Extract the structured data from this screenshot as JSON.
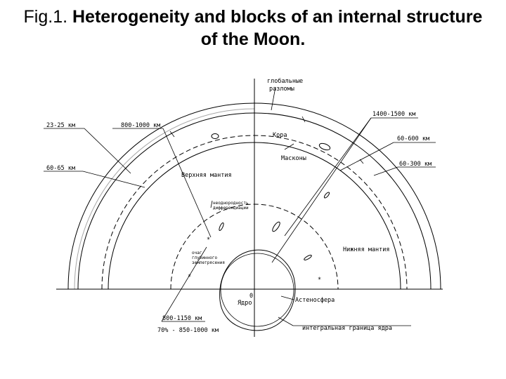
{
  "title": {
    "prefix": "Fig.1.",
    "text": "Heterogeneity and blocks of an internal structure of the Moon."
  },
  "labels": {
    "global_faults_1": "глобальные",
    "global_faults_2": "разломы",
    "crust": "Кора",
    "mascons": "Масконы",
    "upper_mantle": "Верхняя мантия",
    "heterogeneity_1": "неоднородность",
    "heterogeneity_2": "дифференциации",
    "deep_quake_1": "очаг",
    "deep_quake_2": "глубинного",
    "deep_quake_3": "землетрясения",
    "lower_mantle": "Нижняя мантия",
    "zero": "0",
    "core": "Ядро",
    "asthenosphere": "Астеносфера",
    "integral_core_boundary": "интегральная граница ядра",
    "depth_23_25": "23-25 км",
    "depth_800_1000": "800-1000 км",
    "depth_60_65": "60-65 км",
    "depth_1400_1500": "1400-1500 км",
    "depth_60_600": "60-600 км",
    "depth_60_300": "60-300 км",
    "depth_800_1150": "800-1150 км",
    "depth_70pct": "70% - 850-1000 км"
  }
}
